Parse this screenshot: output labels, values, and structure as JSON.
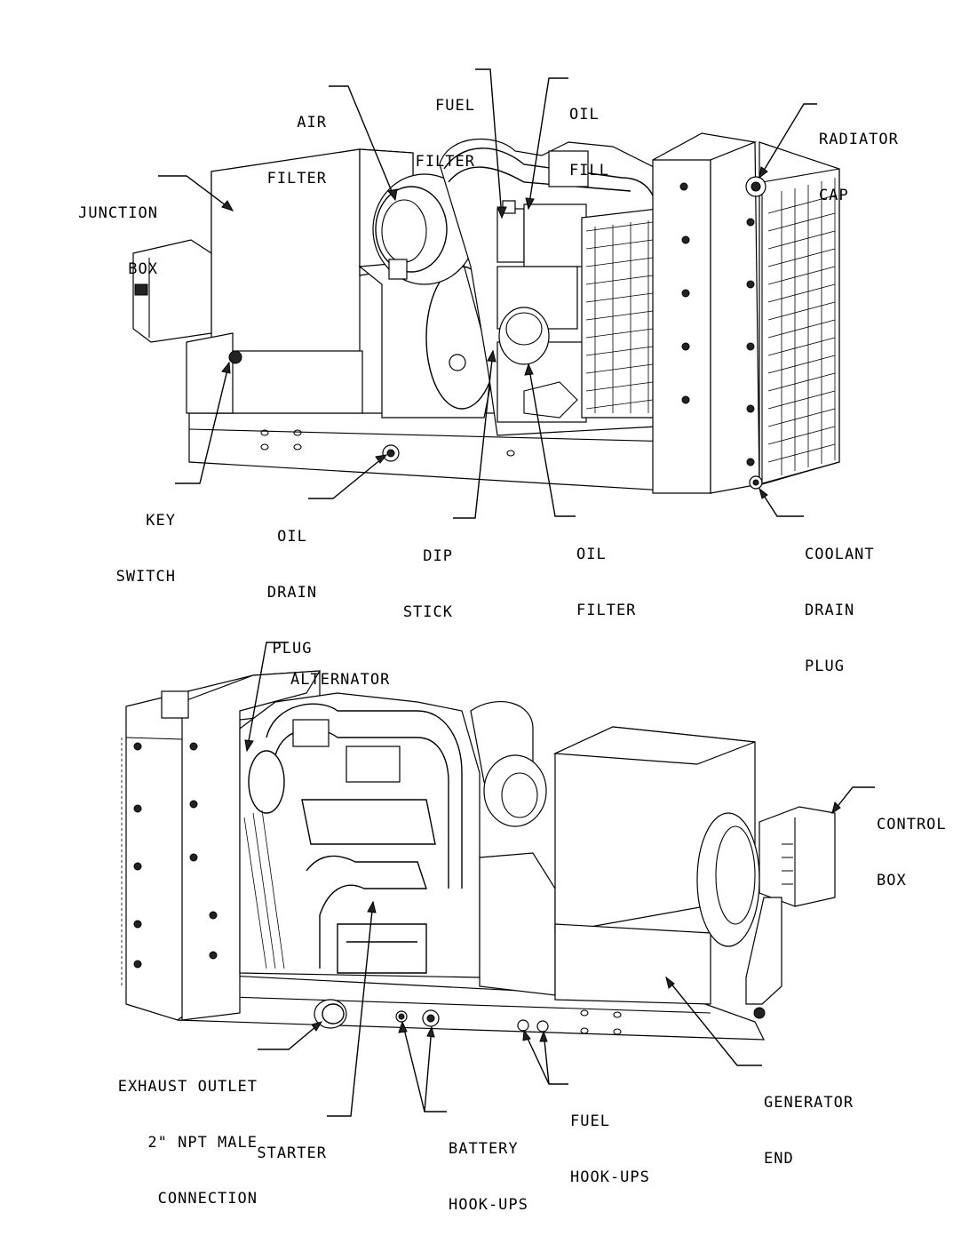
{
  "top_view": {
    "labels": {
      "air_filter": [
        "AIR",
        "FILTER"
      ],
      "fuel_filter": [
        "FUEL",
        "FILTER"
      ],
      "oil_fill": [
        "OIL",
        "FILL"
      ],
      "radiator_cap": [
        "RADIATOR",
        "CAP"
      ],
      "junction_box": [
        "JUNCTION",
        "BOX"
      ],
      "key_switch": [
        "KEY",
        "SWITCH"
      ],
      "oil_drain_plug": [
        "OIL",
        "DRAIN",
        "PLUG"
      ],
      "dip_stick": [
        "DIP",
        "STICK"
      ],
      "oil_filter": [
        "OIL",
        "FILTER"
      ],
      "coolant_drain_plug": [
        "COOLANT",
        "DRAIN",
        "PLUG"
      ]
    }
  },
  "bottom_view": {
    "labels": {
      "alternator": [
        "ALTERNATOR"
      ],
      "control_box": [
        "CONTROL",
        "BOX"
      ],
      "exhaust_outlet": [
        "EXHAUST OUTLET",
        "2\" NPT MALE",
        "CONNECTION"
      ],
      "starter": [
        "STARTER"
      ],
      "battery_hookups": [
        "BATTERY",
        "HOOK-UPS"
      ],
      "fuel_hookups": [
        "FUEL",
        "HOOK-UPS"
      ],
      "generator_end": [
        "GENERATOR",
        "END"
      ]
    }
  }
}
